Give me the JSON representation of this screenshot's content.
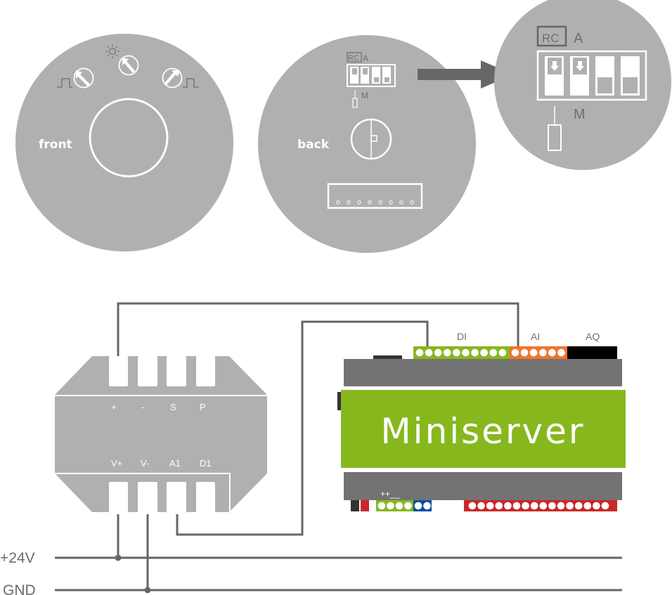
{
  "colors": {
    "device_gray": "#b0b0b0",
    "wire": "#666666",
    "miniserver_body": "#737373",
    "miniserver_green": "#86b81e",
    "di_green": "#86b81e",
    "ai_orange": "#f0752e",
    "aq_black": "#000000",
    "power_red": "#c8282a",
    "power_black": "#333333",
    "bus_blue": "#0a4f9e",
    "outputs_red": "#c8282a",
    "arrow": "#666666"
  },
  "front_view": {
    "label": "front",
    "icons": [
      "pulse-icon",
      "knob-icon",
      "sun-icon",
      "knob-icon",
      "knob-icon",
      "pulse-icon"
    ]
  },
  "back_view": {
    "label": "back",
    "dip_label_rc": "RC",
    "dip_label_a": "A",
    "dip_label_m": "M",
    "connector_pins": 8
  },
  "dip_detail": {
    "label_rc": "RC",
    "label_a": "A",
    "label_m": "M",
    "switches": [
      "down",
      "down",
      "up",
      "up"
    ]
  },
  "sensor": {
    "top_terminals": [
      "+",
      "-",
      "S",
      "P"
    ],
    "bottom_terminals": [
      "V+",
      "V-",
      "A1",
      "D1"
    ]
  },
  "miniserver": {
    "title": "Miniserver",
    "di_label": "DI",
    "ai_label": "AI",
    "aq_label": "AQ",
    "di_pins": 10,
    "ai_pins": 6,
    "bus_label": "++__",
    "bus_green_pins": 4,
    "bus_blue_pins": 2,
    "output_pins": 16
  },
  "bus": {
    "v24_label": "+24V",
    "gnd_label": "GND"
  }
}
